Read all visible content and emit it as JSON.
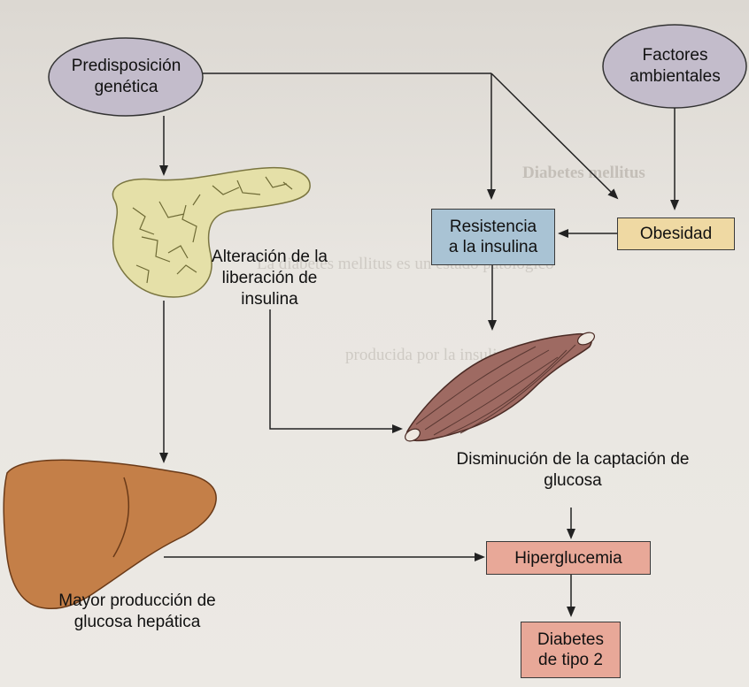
{
  "background_text_lines": [
    "Diabetes mellitus",
    "La diabetes mellitus es un estado patológico",
    "producida por la insulina"
  ],
  "nodes": {
    "predisposition": "Predisposición genética",
    "environment": "Factores ambientales",
    "insulin_resistance": "Resistencia a la insulina",
    "obesity": "Obesidad",
    "insulin_release": "Alteración de la liberación de insulina",
    "glucose_uptake": "Disminución de la captación de glucosa",
    "hyperglycemia": "Hiperglucemia",
    "hepatic": "Mayor producción de glucosa hepática",
    "diabetes2": "Diabetes de tipo 2"
  },
  "colors": {
    "ellipse_fill": "#c3bccb",
    "box_blue": "#a9c3d4",
    "box_yellow": "#efd9a3",
    "box_pink": "#e8a898",
    "pancreas": "#e5e0a8",
    "liver": "#c47f48",
    "muscle": "#9e6a62"
  }
}
